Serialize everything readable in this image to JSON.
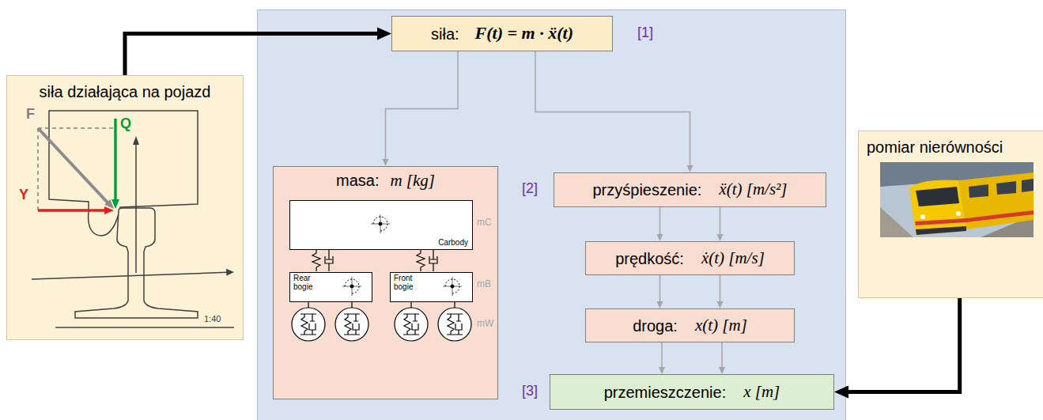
{
  "diagram": {
    "nodes": [
      {
        "text": [
          "siła działająca na pojazd"
        ]
      },
      {
        "text": [
          "siła:",
          "F(t) = m · ẍ(t)"
        ]
      },
      {
        "text": [
          "masa:",
          "m [kg]"
        ]
      },
      {
        "text": [
          "Carbody"
        ],
        "in": 2
      },
      {
        "text": [
          "Rear bogie"
        ],
        "in": 2
      },
      {
        "text": [
          "Front bogie"
        ],
        "in": 2
      },
      {
        "text": [
          "przyśpieszenie:",
          "ẍ(t) [m/s²]"
        ]
      },
      {
        "text": [
          "prędkość:",
          "ẋ(t) [m/s]"
        ]
      },
      {
        "text": [
          "droga:",
          "x(t) [m]"
        ]
      },
      {
        "text": [
          "przemieszczenie:",
          "x [m]"
        ]
      },
      {
        "text": [
          "pomiar nierówności"
        ]
      }
    ],
    "edges": [
      {
        "from": 0,
        "to": 1,
        "arrow": "to"
      },
      {
        "from": 1,
        "to": 2,
        "arrow": "to"
      },
      {
        "from": 1,
        "to": 6,
        "arrow": "to"
      },
      {
        "from": 6,
        "to": 7,
        "arrow": "to"
      },
      {
        "from": 6,
        "to": 7,
        "arrow": "to"
      },
      {
        "from": 7,
        "to": 8,
        "arrow": "to"
      },
      {
        "from": 7,
        "to": 8,
        "arrow": "to"
      },
      {
        "from": 8,
        "to": 9,
        "arrow": "to"
      },
      {
        "from": 8,
        "to": 9,
        "arrow": "to"
      },
      {
        "from": 10,
        "to": 9,
        "arrow": "to"
      }
    ],
    "labels": [
      "[1]",
      "[2]",
      "[3]",
      "F",
      "Q",
      "Y",
      "1:40",
      "mC",
      "mB",
      "mW"
    ]
  }
}
